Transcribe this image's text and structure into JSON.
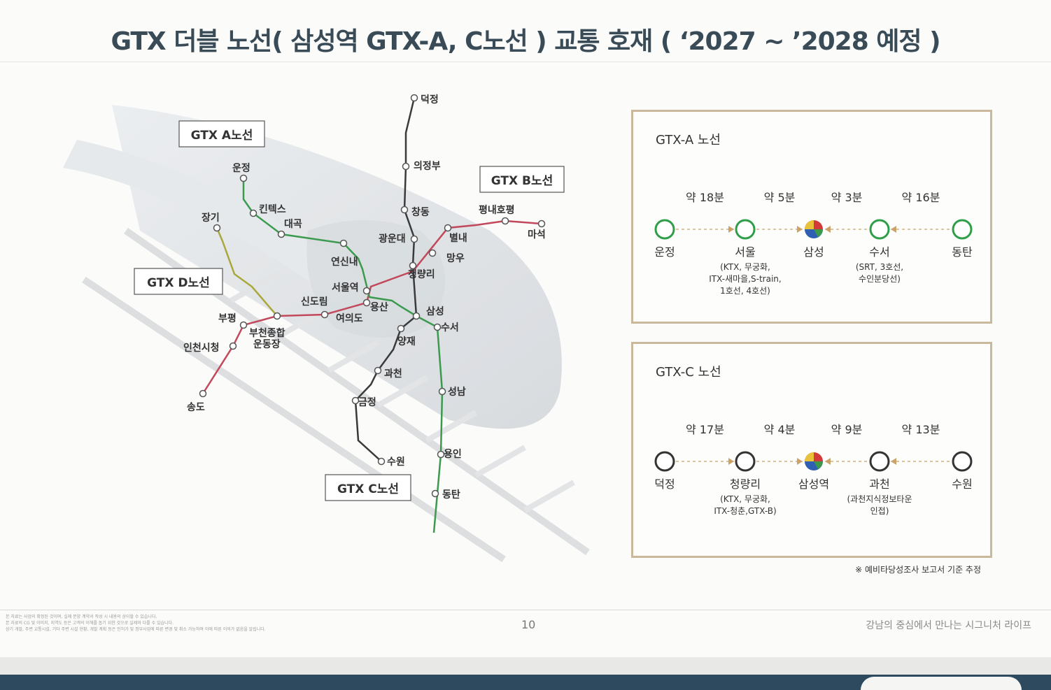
{
  "title": "GTX 더블 노선( 삼성역 GTX-A, C노선 ) 교통 호재 ( ‘2027 ~ ’2028 예정 )",
  "map": {
    "line_labels": {
      "a": "GTX A노선",
      "b": "GTX B노선",
      "c": "GTX C노선",
      "d": "GTX D노선"
    },
    "stations": {
      "deokjeong": "덕정",
      "uijeongbu": "의정부",
      "changdong": "창동",
      "gwangundae": "광운대",
      "cheongnyangni": "청량리",
      "samseong": "삼성",
      "suseo": "수서",
      "yangjae": "양재",
      "gwacheon": "과천",
      "geumjeong": "금정",
      "suwon": "수원",
      "seongnam": "성남",
      "yongin": "용인",
      "dongtan": "동탄",
      "unjeong": "운정",
      "kintex": "킨텍스",
      "daegok": "대곡",
      "yeonsinnae": "연신내",
      "seoulyeok": "서울역",
      "sindorim": "신도림",
      "yongsan": "용산",
      "yeouido": "여의도",
      "bupyeong": "부평",
      "bucheon": "부천종합",
      "bucheon2": "운동장",
      "incheon": "인천시청",
      "songdo": "송도",
      "janggi": "장기",
      "pyeongnae": "평내호평",
      "maseok": "마석",
      "byeollae": "별내",
      "mangu": "망우"
    }
  },
  "panel_a": {
    "title": "GTX-A 노선",
    "times": [
      "약 18분",
      "약 5분",
      "약 3분",
      "약 16분"
    ],
    "stations": [
      {
        "name": "운정",
        "sub": []
      },
      {
        "name": "서울",
        "sub": [
          "(KTX, 무궁화,",
          "ITX-새마을,S-train,",
          "1호선, 4호선)"
        ]
      },
      {
        "name": "삼성",
        "sub": []
      },
      {
        "name": "수서",
        "sub": [
          "(SRT, 3호선,",
          "수인분당선)"
        ]
      },
      {
        "name": "동탄",
        "sub": []
      }
    ],
    "color": "#2f9e48"
  },
  "panel_c": {
    "title": "GTX-C 노선",
    "times": [
      "약 17분",
      "약 4분",
      "약 9분",
      "약 13분"
    ],
    "stations": [
      {
        "name": "덕정",
        "sub": []
      },
      {
        "name": "청량리",
        "sub": [
          "(KTX, 무궁화,",
          "ITX-청춘,GTX-B)"
        ]
      },
      {
        "name": "삼성역",
        "sub": []
      },
      {
        "name": "과천",
        "sub": [
          "(과천지식정보타운",
          "인접)"
        ]
      },
      {
        "name": "수원",
        "sub": []
      }
    ],
    "color": "#333333"
  },
  "note": "※ 예비타당성조사 보고서 기준 추정",
  "footer": {
    "disclaimer": [
      "본 자료는 사업의 확정된 것이며, 실제 분양 계약서 작성 시 내용의 상이할 수 있습니다.",
      "본 자료의 CG 및 이미지, 지역도 등은 고객의 이해를 돕기 위한 것으로 실제와 다를 수 있습니다.",
      "상기 개발, 주변 교통시설, 기타 주변 시설 현황, 개발 계획 등은 인허가 및 정부사업에 따른 변경 및 취소 가능하며 이에 따른 이의가 없음을 알립니다."
    ],
    "page": "10",
    "slogan": "강남의 중심에서 만나는 시그니처 라이프"
  },
  "colors": {
    "line_a": "#3c9a4f",
    "line_b": "#c2485c",
    "line_c": "#3a3a3a",
    "line_d": "#a8a83c"
  }
}
